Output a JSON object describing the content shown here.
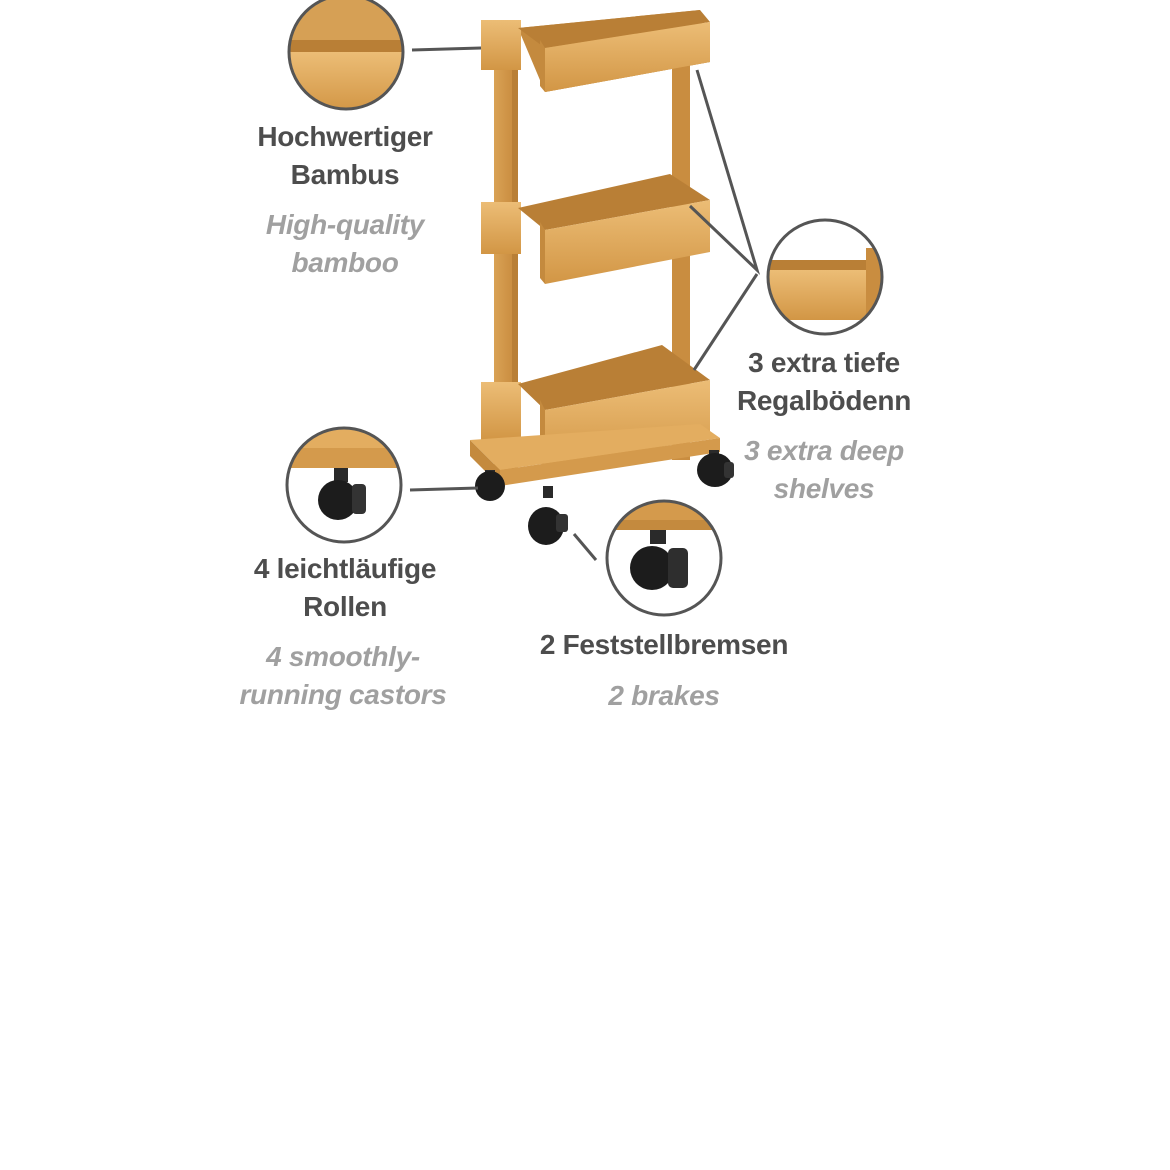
{
  "callouts": {
    "bamboo": {
      "de": [
        "Hochwertiger",
        "Bambus"
      ],
      "en": [
        "High-quality",
        "bamboo"
      ]
    },
    "shelves": {
      "de": [
        "3 extra tiefe",
        "Regalbödenn"
      ],
      "en": [
        "3 extra deep",
        "shelves"
      ]
    },
    "castors": {
      "de": [
        "4 leichtläufige",
        "Rollen"
      ],
      "en": [
        "4 smoothly-",
        "running castors"
      ]
    },
    "brakes": {
      "de": [
        "2 Feststellbremsen"
      ],
      "en": [
        "2 brakes"
      ]
    }
  },
  "colors": {
    "bamboo_light": "#e8b468",
    "bamboo_mid": "#d49a4c",
    "bamboo_dark": "#b97f36",
    "castor": "#1c1c1c",
    "ring": "#555555",
    "label_de": "#4d4d4d",
    "label_en": "#a0a0a0"
  }
}
